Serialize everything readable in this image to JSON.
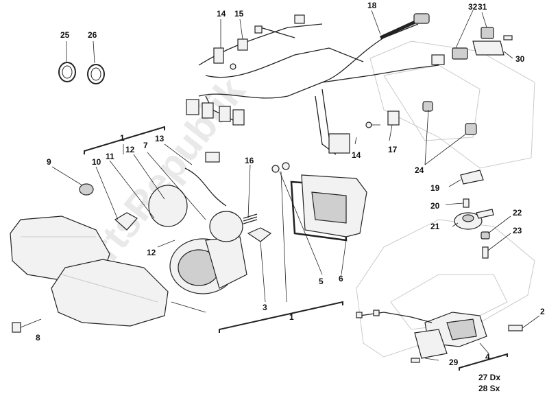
{
  "watermark": "PartsRepublik",
  "callouts": {
    "c1_top": "1",
    "c1_bottom": "1",
    "c2": "2",
    "c3": "3",
    "c4": "4",
    "c5": "5",
    "c6": "6",
    "c7": "7",
    "c8": "8",
    "c9": "9",
    "c10": "10",
    "c11": "11",
    "c12_top": "12",
    "c12_bottom": "12",
    "c13": "13",
    "c14_top": "14",
    "c14_bottom": "14",
    "c15": "15",
    "c16": "16",
    "c17": "17",
    "c18": "18",
    "c19": "19",
    "c20": "20",
    "c21": "21",
    "c22": "22",
    "c23": "23",
    "c24": "24",
    "c25": "25",
    "c26": "26",
    "c29": "29",
    "c30": "30",
    "c31": "31",
    "c32": "32",
    "c27": "27 Dx",
    "c28": "28 Sx"
  }
}
